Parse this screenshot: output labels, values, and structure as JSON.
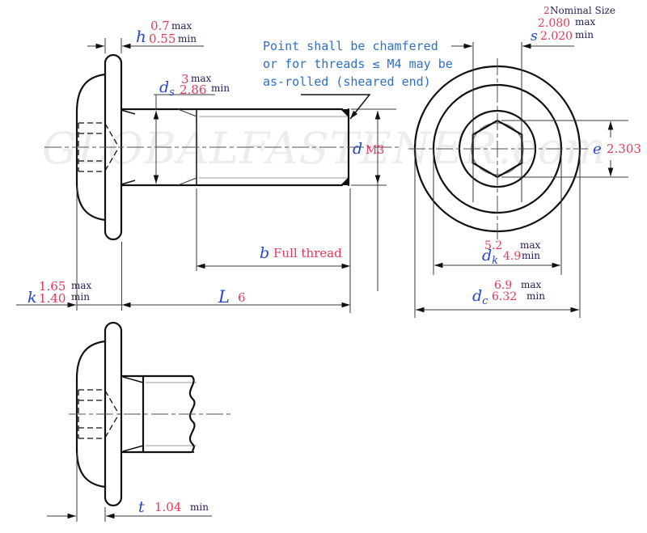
{
  "watermark": "GLOBALFASTENER.com",
  "note": {
    "line1": "Point shall be chamfered",
    "line2": "or for threads ≤ M4 may be",
    "line3": "as-rolled (sheared end)"
  },
  "words": {
    "max": "max",
    "min": "min"
  },
  "nominal": {
    "value": "2",
    "label": "Nominal Size"
  },
  "dims": {
    "h": {
      "sym": "h",
      "max": "0.7",
      "min": "0.55"
    },
    "ds": {
      "sym": "d",
      "sub": "s",
      "max": "3",
      "min": "2.86"
    },
    "d": {
      "sym": "d",
      "value": "M3"
    },
    "s": {
      "sym": "s",
      "max": "2.080",
      "min": "2.020"
    },
    "e": {
      "sym": "e",
      "value": "2.303"
    },
    "b": {
      "sym": "b",
      "value": "Full thread"
    },
    "L": {
      "sym": "L",
      "value": "6"
    },
    "k": {
      "sym": "k",
      "max": "1.65",
      "min": "1.40"
    },
    "dk": {
      "sym": "d",
      "sub": "k",
      "max": "5.2",
      "min": "4.9"
    },
    "dc": {
      "sym": "d",
      "sub": "c",
      "max": "6.9",
      "min": "6.32"
    },
    "t": {
      "sym": "t",
      "min": "1.04"
    }
  },
  "colors": {
    "symbol_blue": "#2547cb",
    "value_red": "#e6395a",
    "limit_navy": "#2a1a55",
    "note_blue": "#3070c5",
    "line_black": "#111111",
    "watermark_gray": "#ededed"
  }
}
